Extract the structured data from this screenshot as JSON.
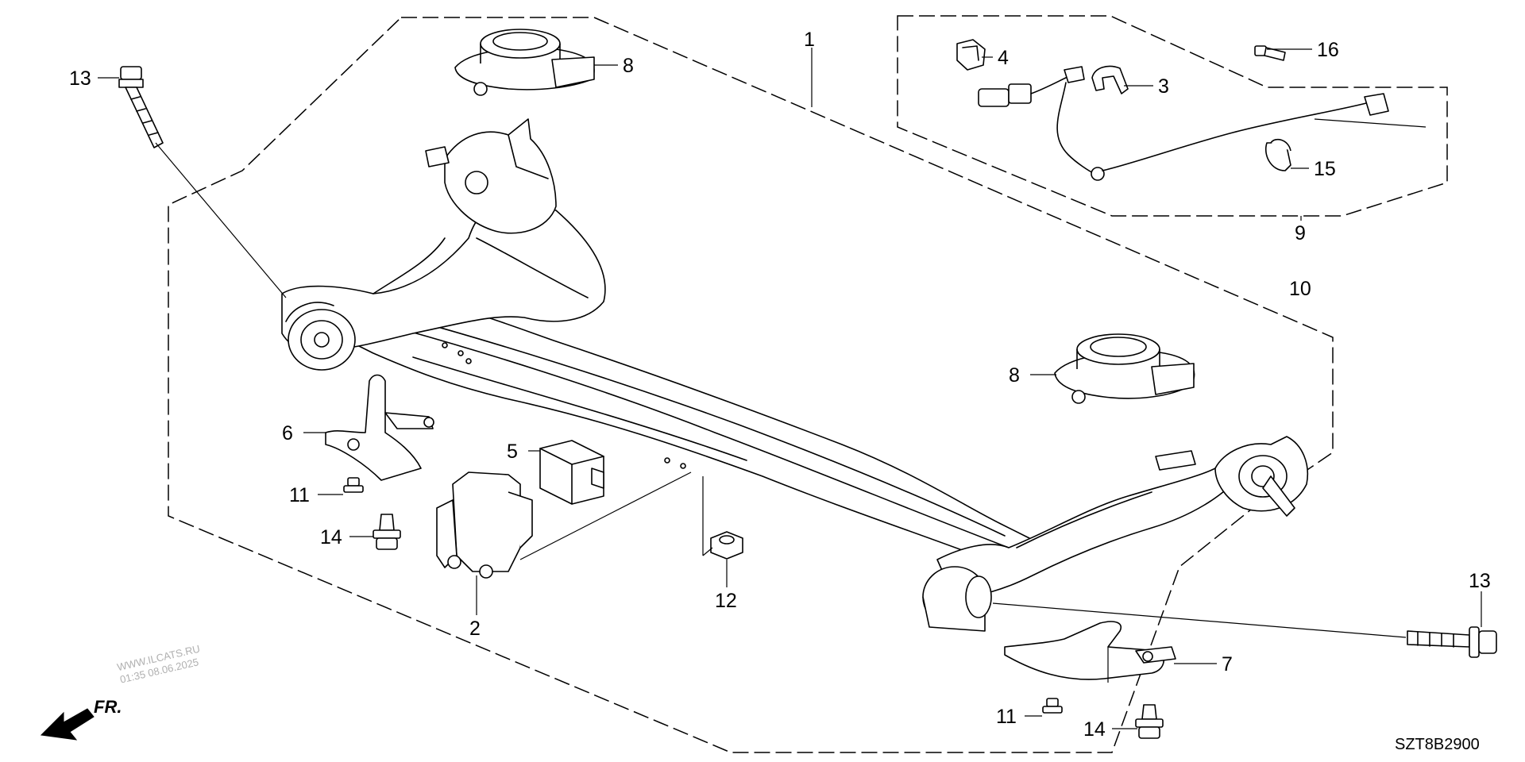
{
  "diagram": {
    "code": "SZT8B2900",
    "watermark": {
      "line1": "WWW.ILCATS.RU",
      "line2": "01:35 08.06.2025"
    },
    "front_marker": {
      "label": "FR."
    },
    "callouts": {
      "axle_beam": "1",
      "bracket_lower_center": "2",
      "harness_clip": "3",
      "connector": "4",
      "rubber_block": "5",
      "bracket_left": "6",
      "bracket_right": "7",
      "spring_seat_top": "8",
      "spring_seat_right": "8",
      "sensor_harness_a": "9",
      "sensor_harness_b": "10",
      "screw_left": "11",
      "screw_right": "11",
      "nut": "12",
      "bolt_top_left": "13",
      "bolt_right": "13",
      "flange_bolt_left": "14",
      "flange_bolt_right": "14",
      "clamp": "15",
      "small_bolt": "16"
    }
  }
}
